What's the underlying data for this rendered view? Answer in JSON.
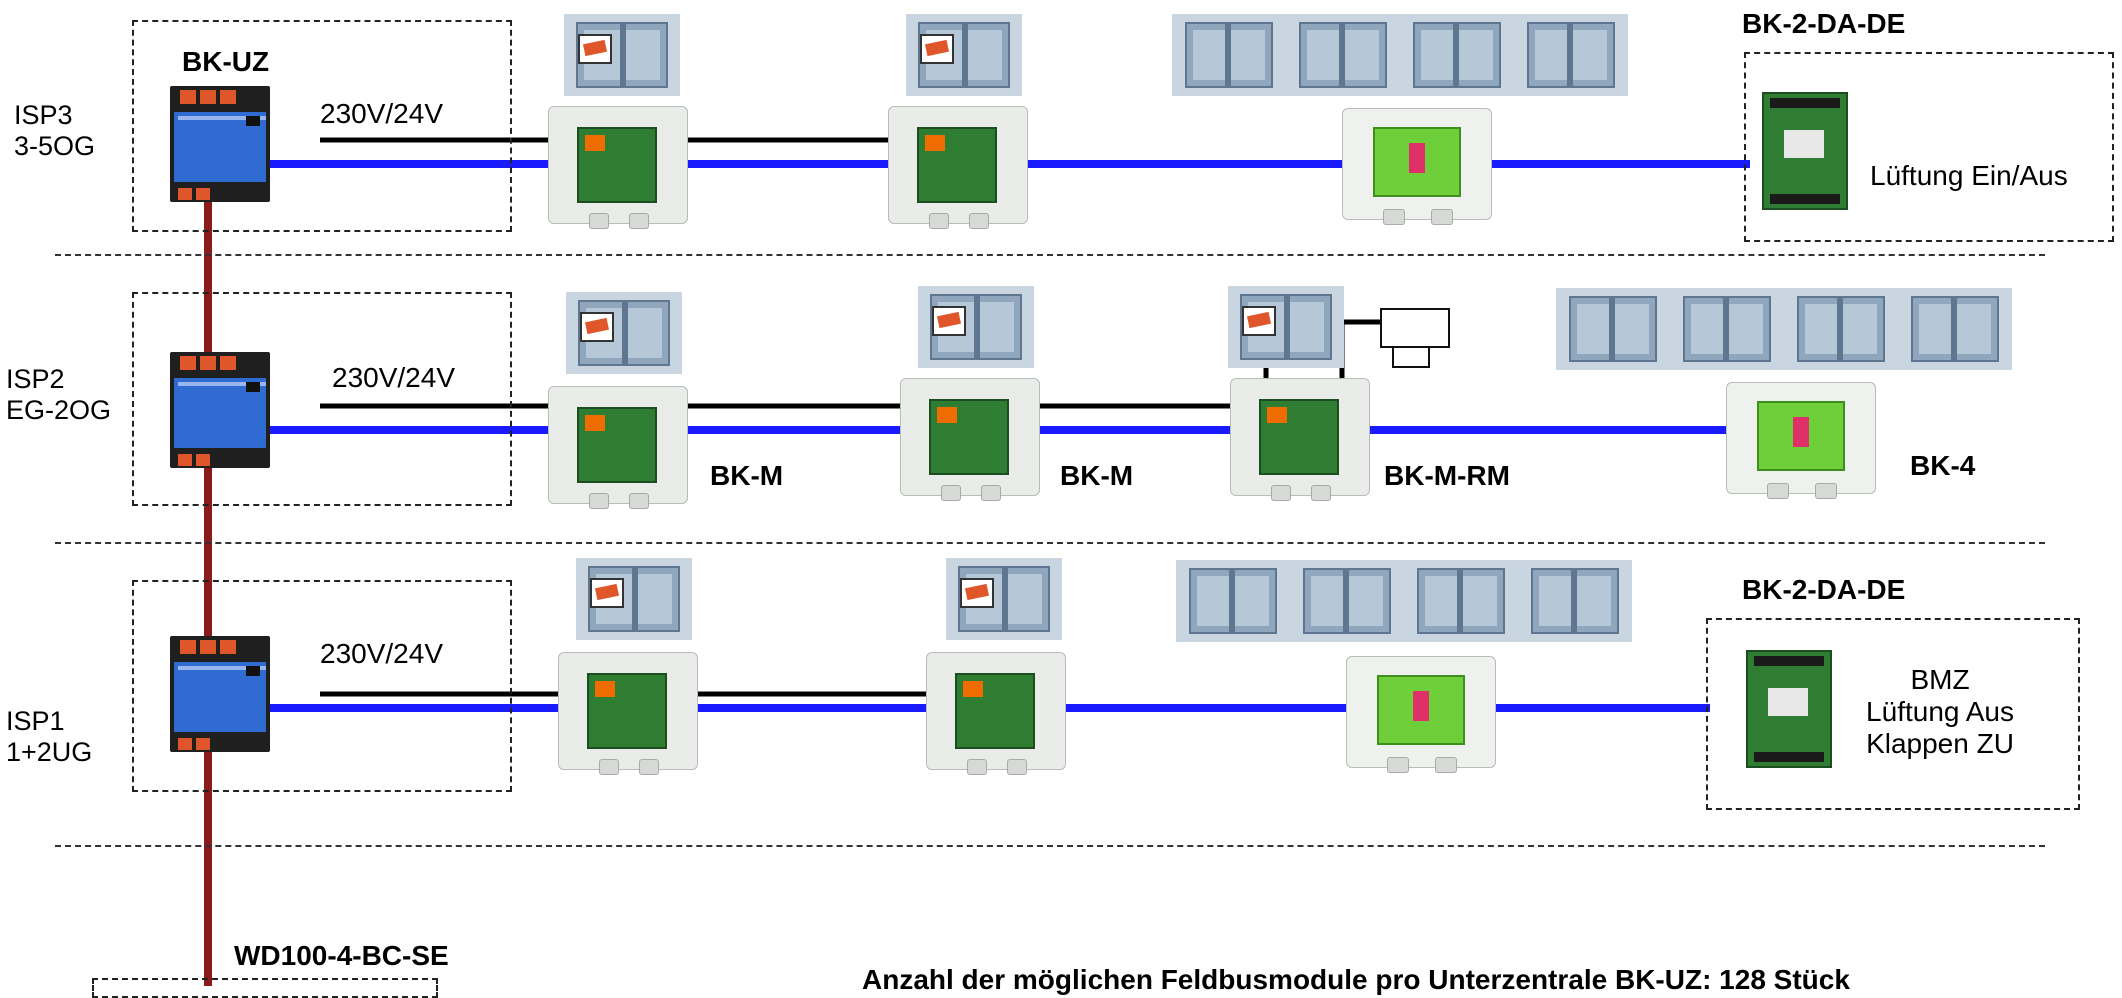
{
  "floors": [
    {
      "id": "isp3",
      "line1": "ISP3",
      "line2": "3-5OG"
    },
    {
      "id": "isp2",
      "line1": "ISP2",
      "line2": "EG-2OG"
    },
    {
      "id": "isp1",
      "line1": "ISP1",
      "line2": "1+2UG"
    }
  ],
  "labels": {
    "controller": "BK-UZ",
    "voltage_top": "230V/24V",
    "voltage_mid": "230V/24V",
    "voltage_bot": "230V/24V",
    "bk_m_1": "BK-M",
    "bk_m_2": "BK-M",
    "bk_m_rm": "BK-M-RM",
    "bk_4": "BK-4",
    "bk_2da_top": "BK-2-DA-DE",
    "bk_2da_bot": "BK-2-DA-DE",
    "lueftung_ein_aus": "Lüftung Ein/Aus",
    "bmz_line1": "BMZ",
    "bmz_line2": "Lüftung Aus",
    "bmz_line3": "Klappen ZU",
    "wd100": "WD100-4-BC-SE",
    "footer": "Anzahl der möglichen Feldbusmodule pro Unterzentrale  BK-UZ: 128 Stück"
  },
  "colors": {
    "bus_blue": "#1a1aff",
    "power_black": "#000000",
    "riser_red": "#8b1a1a"
  }
}
